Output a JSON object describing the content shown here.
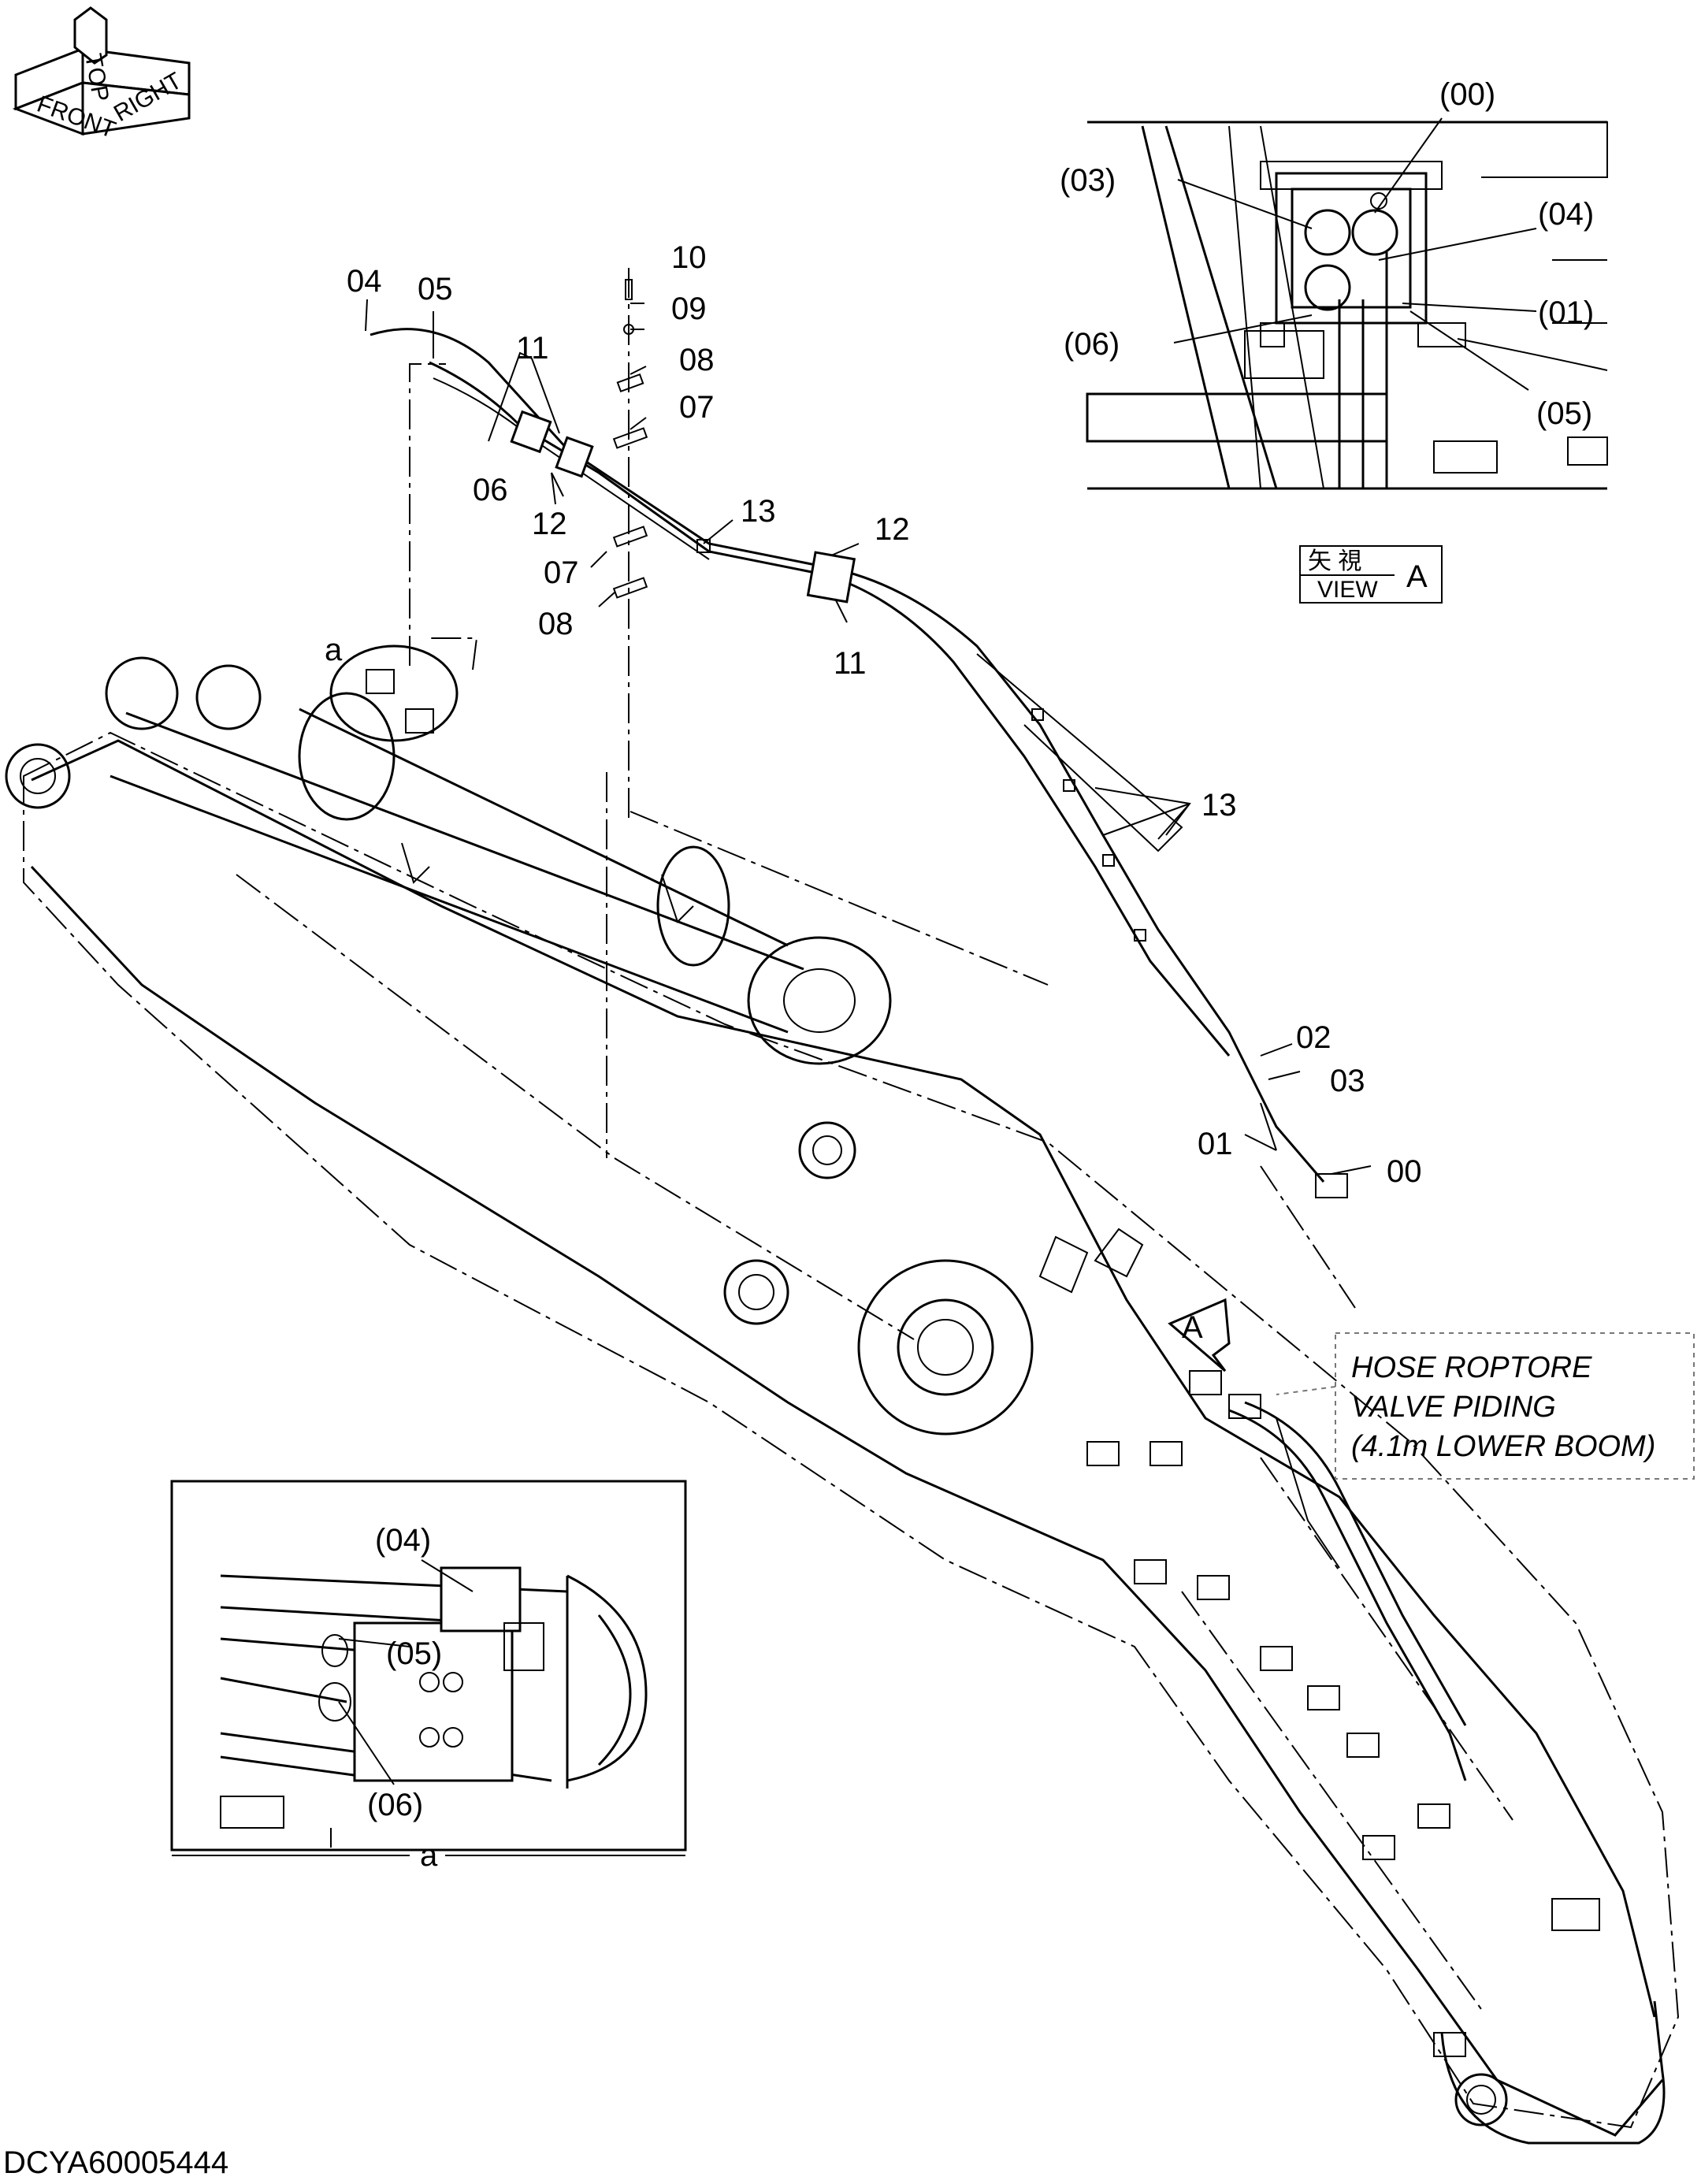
{
  "drawing_id": "DCYA60005444",
  "orientation_compass": {
    "top": "TOP",
    "front": "FRONT",
    "right": "RIGHT"
  },
  "main_callouts": {
    "c00": "00",
    "c01": "01",
    "c02": "02",
    "c03": "03",
    "c04": "04",
    "c05": "05",
    "c06": "06",
    "c07a": "07",
    "c07b": "07",
    "c08a": "08",
    "c08b": "08",
    "c09": "09",
    "c10": "10",
    "c11a": "11",
    "c11b": "11",
    "c12a": "12",
    "c12b": "12",
    "c13a": "13",
    "c13b": "13"
  },
  "detail_a": {
    "label": "a",
    "callouts": {
      "c04": "(04)",
      "c05": "(05)",
      "c06": "(06)"
    }
  },
  "view_a": {
    "label_kanji": "矢 視",
    "label_view": "VIEW",
    "label_letter": "A",
    "callouts": {
      "c00": "(00)",
      "c01": "(01)",
      "c03": "(03)",
      "c04": "(04)",
      "c05": "(05)",
      "c06": "(06)"
    }
  },
  "view_arrow_letter": "A",
  "circle_a_label": "a",
  "note_box": {
    "line1": "HOSE ROPTORE",
    "line2": "VALVE PIDING",
    "line3": "(4.1m LOWER BOOM)"
  }
}
